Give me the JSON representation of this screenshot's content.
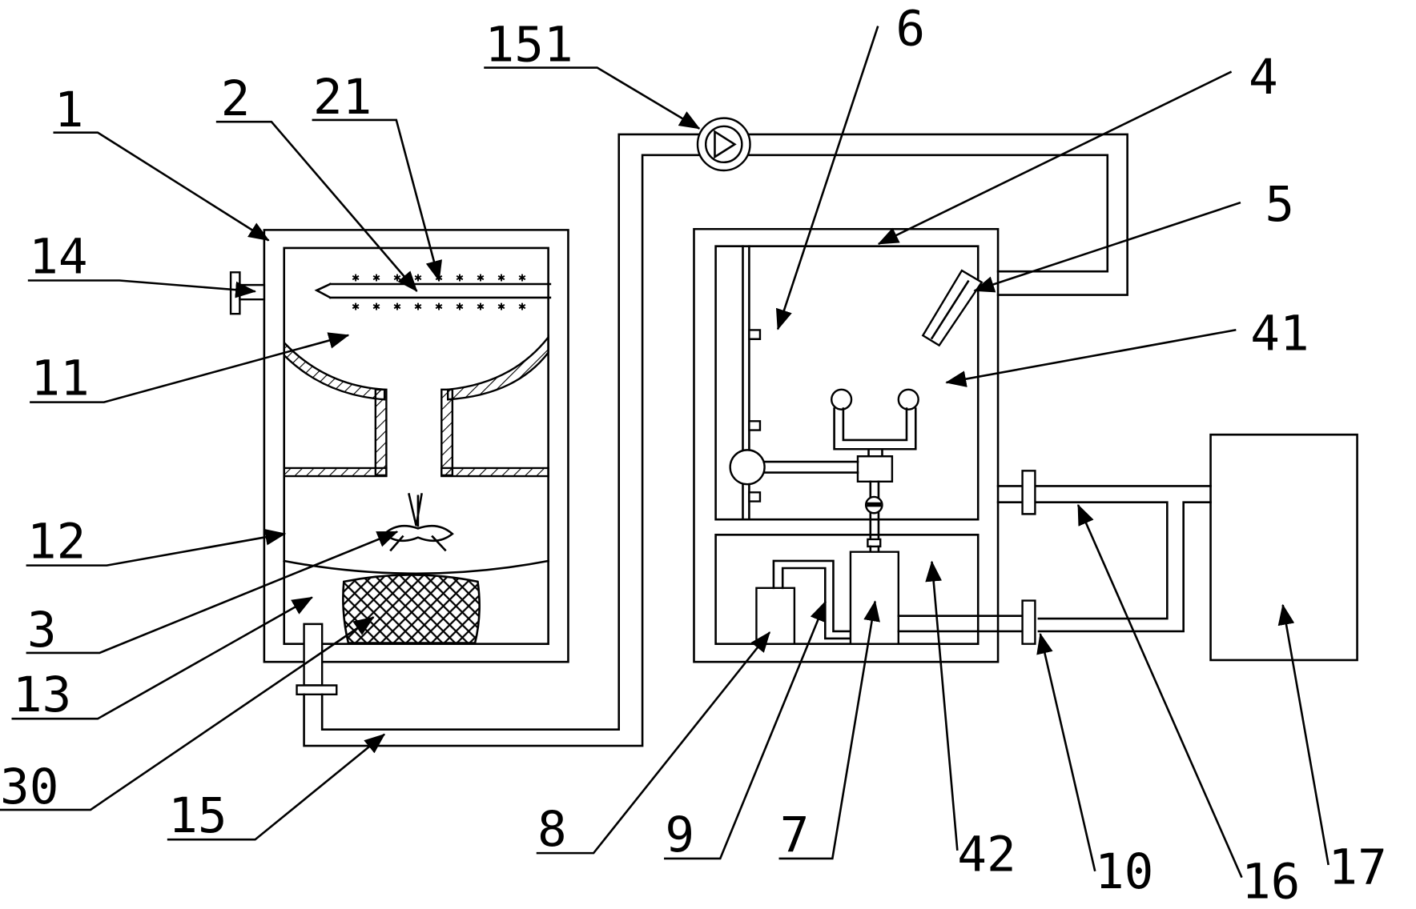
{
  "figure": {
    "labels": {
      "l1": "1",
      "l2": "2",
      "l21": "21",
      "l14": "14",
      "l11": "11",
      "l12": "12",
      "l3": "3",
      "l13": "13",
      "l30": "30",
      "l15": "15",
      "l151": "151",
      "l6": "6",
      "l4": "4",
      "l5": "5",
      "l41": "41",
      "l8": "8",
      "l9": "9",
      "l7": "7",
      "l42": "42",
      "l10": "10",
      "l16": "16",
      "l17": "17"
    }
  }
}
